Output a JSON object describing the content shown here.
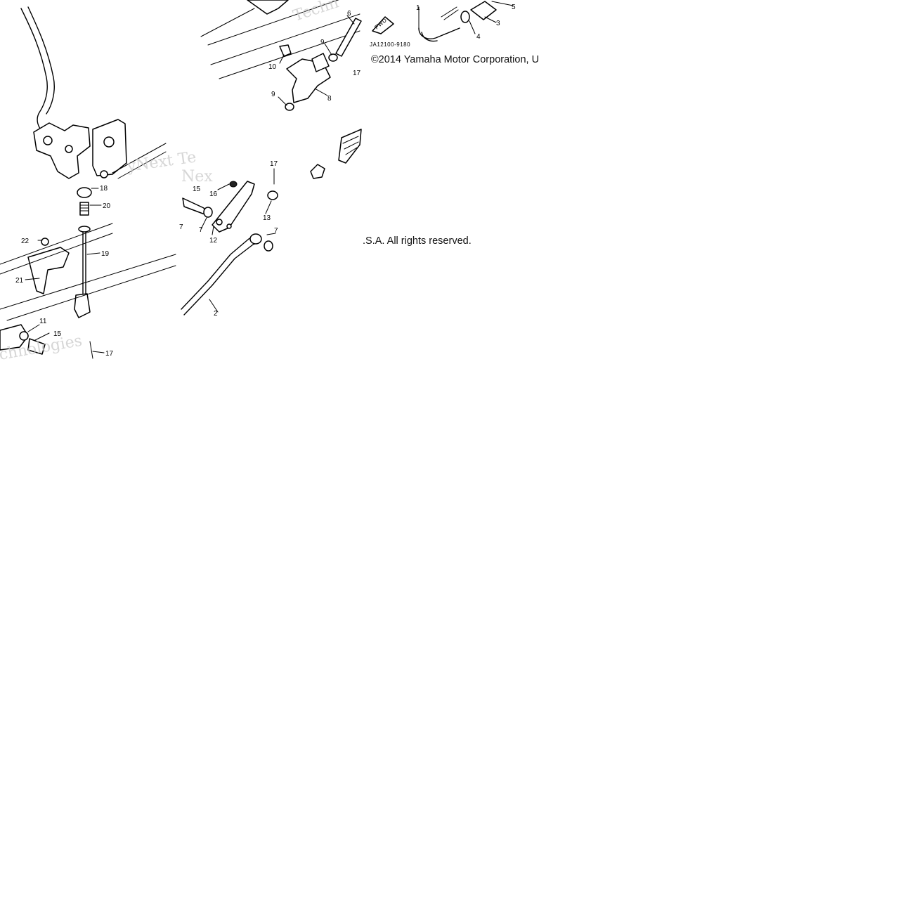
{
  "diagram": {
    "drawing_code": "JA12100-9180",
    "copyright_part1": "©2014 Yamaha Motor Corporation, U",
    "copyright_part2": ".S.A. All rights reserved.",
    "front_arrow_label": "FWD",
    "watermarks": [
      {
        "text": "Techn"
      },
      {
        "text": "yNext Te"
      },
      {
        "text": "Nex"
      },
      {
        "text": "chnologies"
      }
    ],
    "callouts": [
      {
        "number": "1"
      },
      {
        "number": "2"
      },
      {
        "number": "3"
      },
      {
        "number": "4"
      },
      {
        "number": "5"
      },
      {
        "number": "6"
      },
      {
        "number": "7"
      },
      {
        "number": "7"
      },
      {
        "number": "7"
      },
      {
        "number": "8"
      },
      {
        "number": "9"
      },
      {
        "number": "9"
      },
      {
        "number": "10"
      },
      {
        "number": "11"
      },
      {
        "number": "12"
      },
      {
        "number": "13"
      },
      {
        "number": "15"
      },
      {
        "number": "15"
      },
      {
        "number": "16"
      },
      {
        "number": "17"
      },
      {
        "number": "17"
      },
      {
        "number": "17"
      },
      {
        "number": "18"
      },
      {
        "number": "19"
      },
      {
        "number": "20"
      },
      {
        "number": "21"
      },
      {
        "number": "22"
      }
    ]
  }
}
